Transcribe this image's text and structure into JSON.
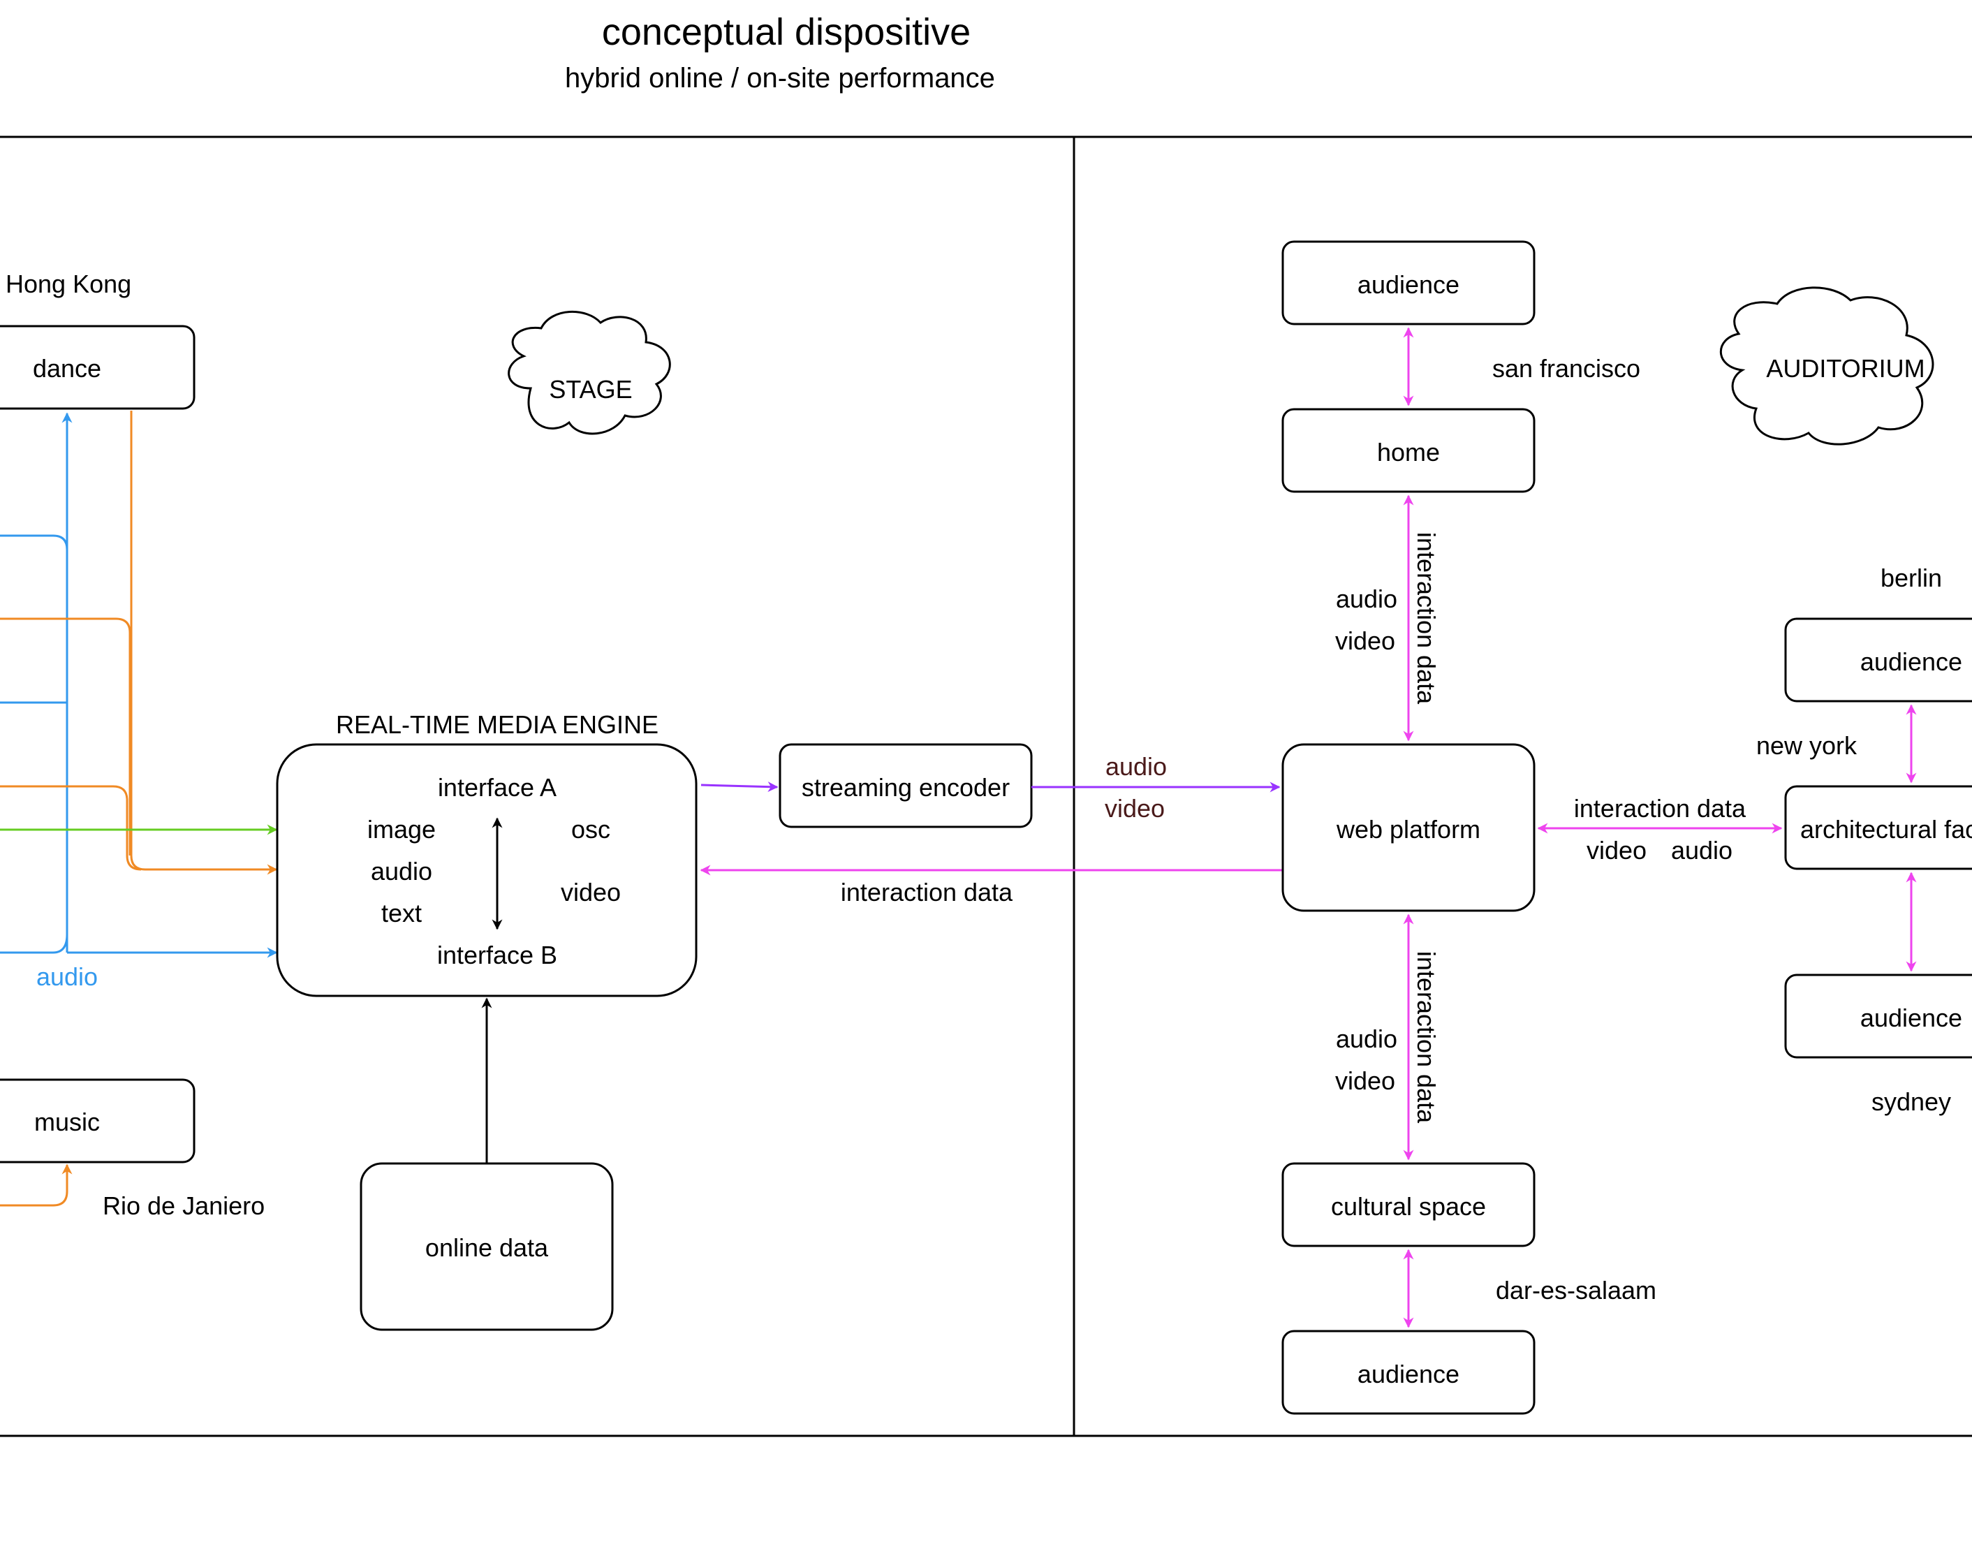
{
  "title": "conceptual dispositive",
  "subtitle": "hybrid online / on-site performance",
  "colors": {
    "blue": "#3399ee",
    "orange": "#f08a24",
    "green": "#66cc22",
    "purple": "#9933ff",
    "magenta": "#ee44ee",
    "dark_red_text": "#4a1a1a"
  },
  "stage": {
    "cloud_label": "STAGE",
    "locations": {
      "hong_kong": "Hong Kong",
      "rio": "Rio de Janiero"
    },
    "nodes": {
      "dance": "dance",
      "music": "music",
      "online_data": "online data",
      "streaming_encoder": "streaming encoder"
    },
    "engine": {
      "title": "REAL-TIME MEDIA ENGINE",
      "interface_a": "interface A",
      "interface_b": "interface B",
      "image": "image",
      "audio": "audio",
      "text": "text",
      "osc": "osc",
      "video": "video"
    },
    "edge_labels": {
      "audio_blue": "audio",
      "enc_audio": "audio",
      "enc_video": "video",
      "interaction_back": "interaction data"
    }
  },
  "auditorium": {
    "cloud_label": "AUDITORIUM",
    "nodes": {
      "audience_sf": "audience",
      "home": "home",
      "web_platform": "web platform",
      "cultural_space": "cultural space",
      "audience_dar": "audience",
      "audience_berlin": "audience",
      "architectural": "architectural facade",
      "audience_sydney": "audience"
    },
    "cities": {
      "san_francisco": "san francisco",
      "dar_es_salaam": "dar-es-salaam",
      "berlin": "berlin",
      "new_york": "new york",
      "sydney": "sydney"
    },
    "edge_labels": {
      "home_audio": "audio",
      "home_video": "video",
      "home_interaction": "interaction data",
      "cultural_audio": "audio",
      "cultural_video": "video",
      "cultural_interaction": "interaction data",
      "arch_interaction": "interaction data",
      "arch_video": "video",
      "arch_audio": "audio"
    }
  }
}
